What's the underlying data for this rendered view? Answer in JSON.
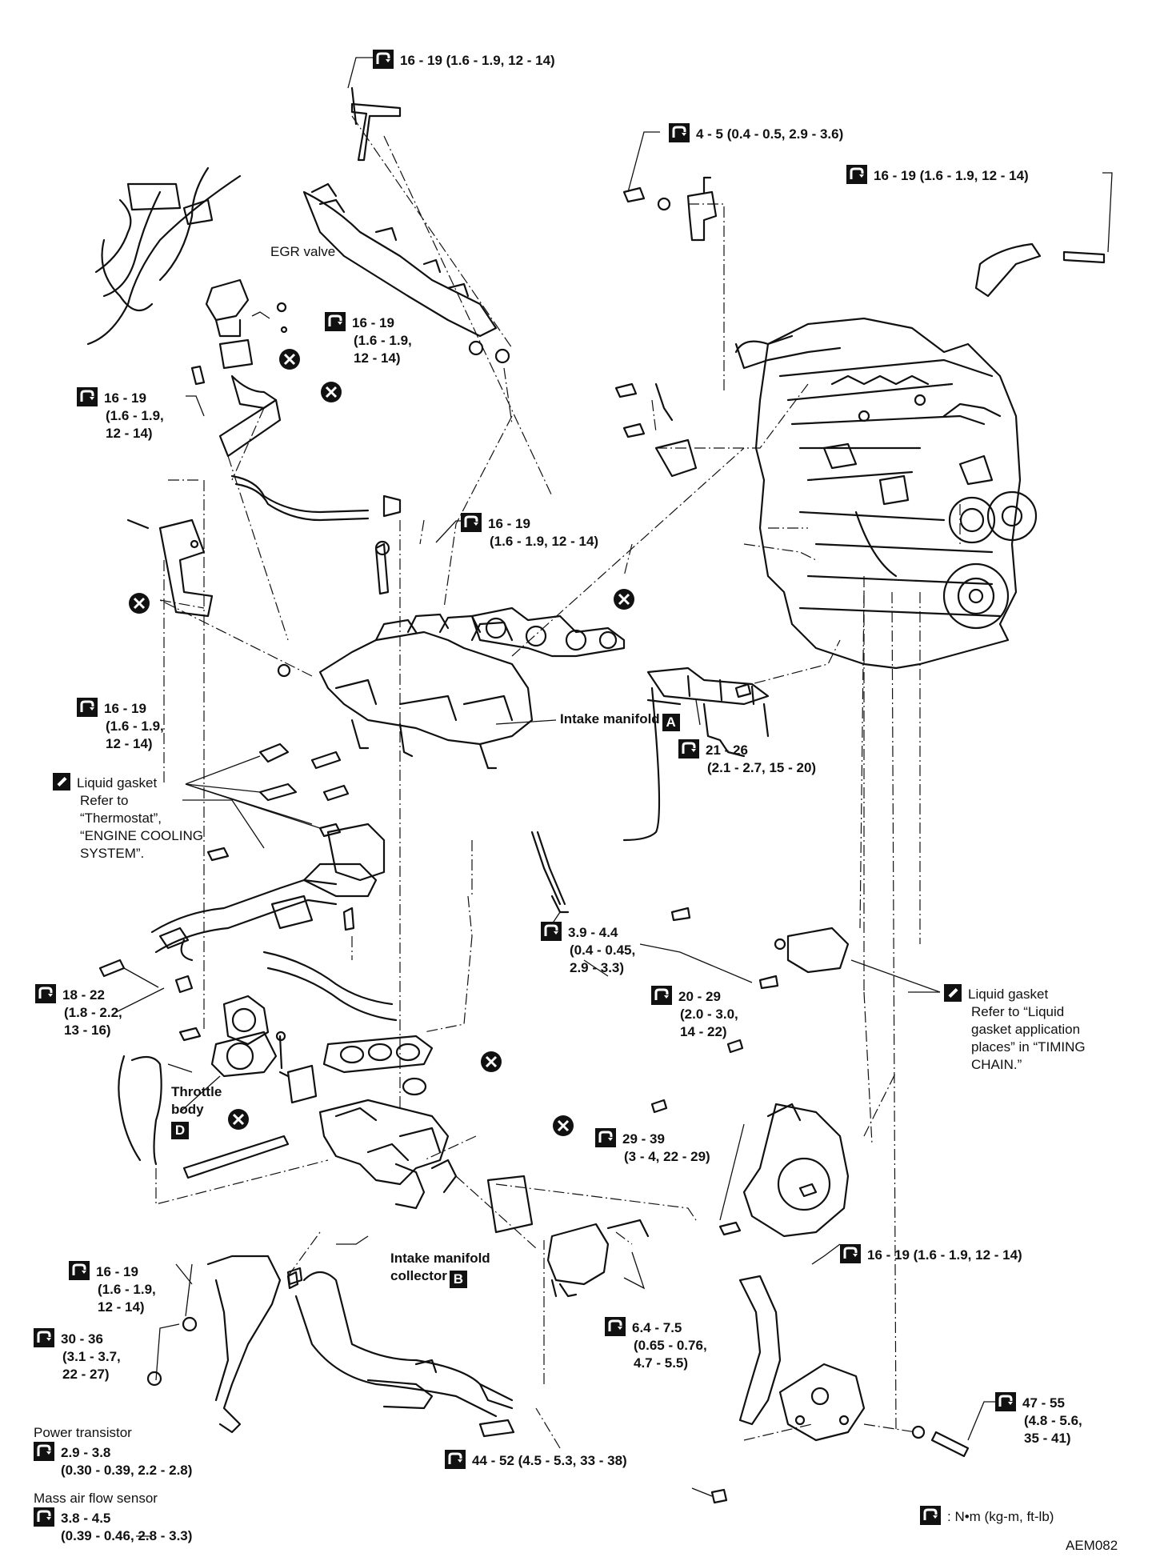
{
  "torque_specs": {
    "top_bracket": "16 - 19 (1.6 - 1.9, 12 - 14)",
    "egr_sensor": "4 - 5 (0.4 - 0.5, 2.9 - 3.6)",
    "right_bracket": "16 - 19 (1.6 - 1.9, 12 - 14)",
    "egr_nut": [
      "16 - 19",
      "(1.6 - 1.9,",
      "12 - 14)"
    ],
    "egr_bolt_left": [
      "16 - 19",
      "(1.6 - 1.9,",
      "12 - 14)"
    ],
    "manifold_stud": [
      "16 - 19",
      "(1.6 - 1.9, 12 - 14)"
    ],
    "manifold_bolts": [
      "16 - 19",
      "(1.6 - 1.9,",
      "12 - 14)"
    ],
    "tube_bolt": [
      "21 - 26",
      "(2.1 - 2.7, 15 - 20)"
    ],
    "fuel_tube": [
      "3.9 - 4.4",
      "(0.4 - 0.45,",
      "2.9 - 3.3)"
    ],
    "water_outlet_bolt": [
      "20 - 29",
      "(2.0 - 3.0,",
      "14 - 22)"
    ],
    "throttle_bolts": [
      "18 - 22",
      "(1.8 - 2.2,",
      "13 - 16)"
    ],
    "collector_bracket": [
      "29 - 39",
      "(3 - 4, 22 - 29)"
    ],
    "support_bolt_right": "16 - 19 (1.6 - 1.9, 12 - 14)",
    "support_bolt_left": [
      "16 - 19",
      "(1.6 - 1.9,",
      "12 - 14)"
    ],
    "support_nut_left": [
      "30 - 36",
      "(3.1 - 3.7,",
      "22 - 27)"
    ],
    "iacv_bolt": [
      "6.4 - 7.5",
      "(0.65 - 0.76,",
      "4.7 - 5.5)"
    ],
    "stay_bolt": [
      "47 - 55",
      "(4.8 - 5.6,",
      "35 - 41)"
    ],
    "hose_bolt": "44 - 52 (4.5 - 5.3, 33 - 38)"
  },
  "labels": {
    "egr_valve": "EGR valve",
    "intake_manifold": "Intake manifold",
    "intake_manifold_tag": "A",
    "throttle_body": [
      "Throttle",
      "body"
    ],
    "throttle_body_tag": "D",
    "collector": [
      "Intake manifold",
      "collector"
    ],
    "collector_tag": "B"
  },
  "notes": {
    "gasket_thermostat": [
      "Liquid gasket",
      "Refer to",
      "“Thermostat”,",
      "“ENGINE COOLING",
      "SYSTEM”."
    ],
    "gasket_timing": [
      "Liquid gasket",
      "Refer to “Liquid",
      "gasket application",
      "places” in “TIMING",
      "CHAIN.”"
    ]
  },
  "bottom_specs": {
    "power_transistor_title": "Power transistor",
    "power_transistor": [
      "2.9 - 3.8",
      "(0.30 - 0.39, 2.2 - 2.8)"
    ],
    "maf_title": "Mass air flow sensor",
    "maf": [
      "3.8 - 4.5",
      "(0.39 - 0.46, 2.8 - 3.3)"
    ]
  },
  "legend": {
    "units": ": N•m (kg-m, ft-lb)",
    "figure_code": "AEM082"
  },
  "icons": {
    "torque": "torque-wrench-icon",
    "replace": "replace-part-x-icon",
    "gasket": "liquid-gasket-icon"
  }
}
